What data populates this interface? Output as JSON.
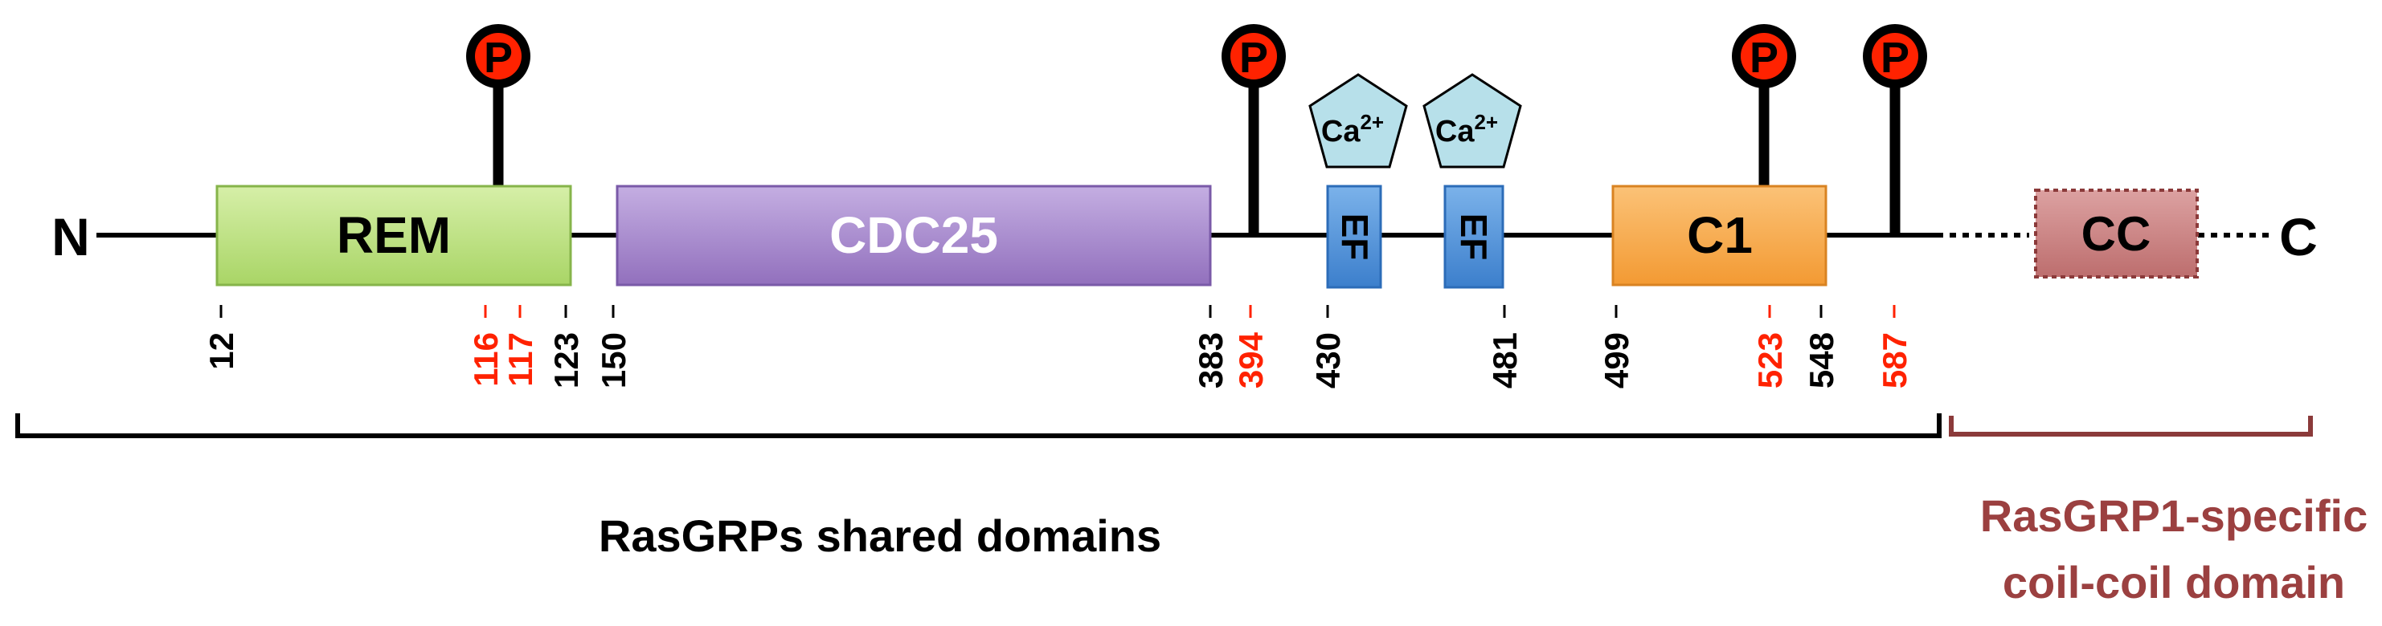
{
  "termini": {
    "n": "N",
    "c": "C"
  },
  "domains": {
    "rem": "REM",
    "cdc25": "CDC25",
    "ef1": "EF",
    "ef2": "EF",
    "c1": "C1",
    "cc": "CC"
  },
  "phospho": {
    "symbol": "P"
  },
  "calcium": {
    "ca": "Ca",
    "charge": "2+"
  },
  "residues": {
    "r12": "12",
    "r116": "116",
    "r117": "117",
    "r123": "123",
    "r150": "150",
    "r383": "383",
    "r394": "394",
    "r430": "430",
    "r481": "481",
    "r499": "499",
    "r523": "523",
    "r548": "548",
    "r587": "587"
  },
  "brackets": {
    "shared": "RasGRPs shared domains",
    "specific_line1": "RasGRP1-specific",
    "specific_line2": "coil-coil domain"
  },
  "colors": {
    "rem": "#b8dd78",
    "cdc25": "#a888cc",
    "ef": "#4a90d9",
    "c1": "#f7a544",
    "cc": "#c87c7c",
    "phospho_site": "#ff2200",
    "calcium": "#b7e0ea",
    "specific_bracket": "#8b3a3a"
  }
}
